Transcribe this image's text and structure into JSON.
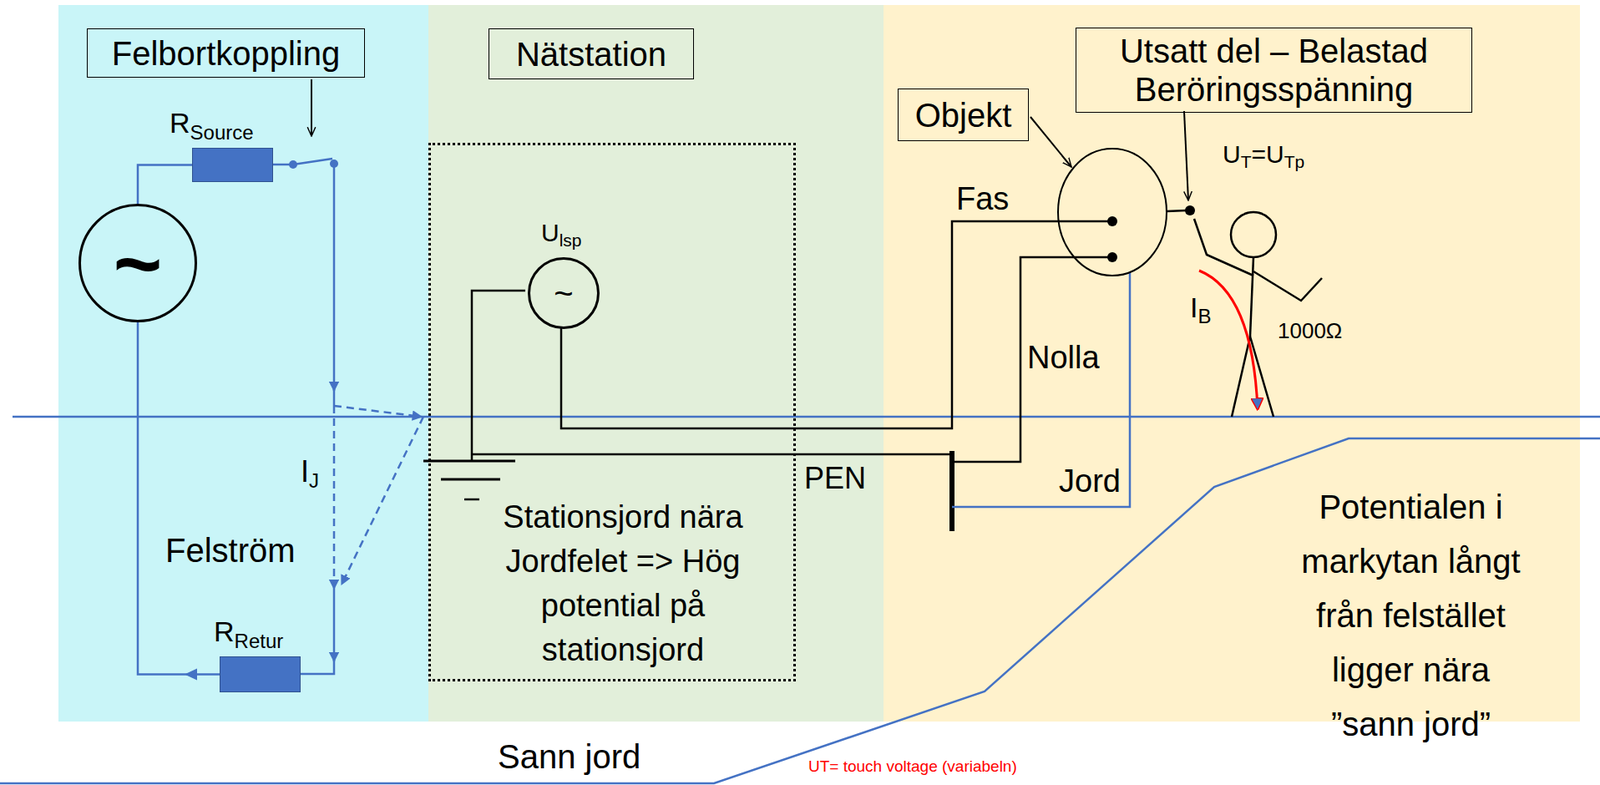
{
  "diagram": {
    "nodes": [
      {
        "text": [
          "Felbortkoppling"
        ]
      },
      {
        "text": [
          "Nätstation"
        ]
      },
      {
        "text": [
          "Objekt"
        ]
      },
      {
        "text": [
          "Utsatt del – Belastad Beröringsspänning"
        ]
      },
      {
        "text": [
          "~"
        ]
      },
      {
        "text": [
          "R",
          "Source"
        ]
      },
      {
        "text": [
          "R",
          "Retur"
        ]
      },
      {
        "text": [
          "Stationsjord nära Jordfelet => Hög potential på stationsjord"
        ]
      },
      {
        "text": [
          "U",
          "lsp",
          "~"
        ],
        "in": 7
      }
    ],
    "edges": [
      {
        "from": 4,
        "to": 5,
        "arrow": "none"
      },
      {
        "from": 6,
        "to": 4,
        "arrow": "to"
      }
    ],
    "labels": [
      "I",
      "J",
      "Felström",
      "PEN",
      "Fas",
      "Nolla",
      "Jord",
      "U",
      "T",
      "=U",
      "Tp",
      "I",
      "B",
      "1000Ω",
      "Potentialen i markytan långt från felstället ligger nära ”sann jord”",
      "Sann jord",
      "UT= touch voltage (variabeln)"
    ]
  }
}
